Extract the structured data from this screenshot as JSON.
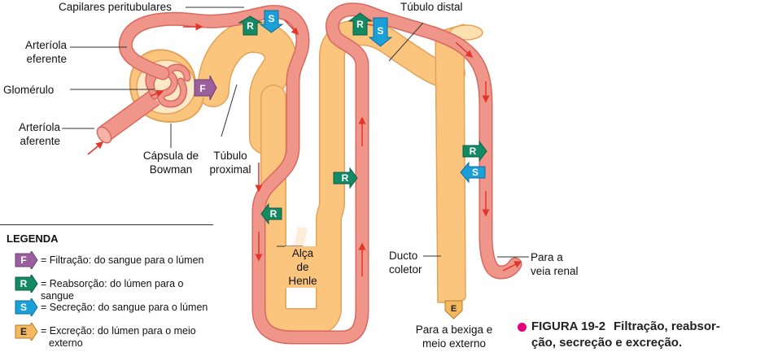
{
  "labels": {
    "capilares": "Capilares peritubulares",
    "arteriola_eferente_1": "Arteríola",
    "arteriola_eferente_2": "eferente",
    "glomerulo": "Glomérulo",
    "arteriola_aferente_1": "Arteríola",
    "arteriola_aferente_2": "aferente",
    "capsula_1": "Cápsula de",
    "capsula_2": "Bowman",
    "tubulo_proximal_1": "Túbulo",
    "tubulo_proximal_2": "proximal",
    "tubulo_distal": "Túbulo distal",
    "alca_1": "Alça",
    "alca_2": "de",
    "alca_3": "Henle",
    "ducto_1": "Ducto",
    "ducto_2": "coletor",
    "veia_1": "Para a",
    "veia_2": "veia renal",
    "bexiga_1": "Para a bexiga e",
    "bexiga_2": "meio externo"
  },
  "badges": {
    "F": "F",
    "R": "R",
    "S": "S",
    "E": "E"
  },
  "legend": {
    "title": "LEGENDA",
    "items": [
      {
        "badge": "F",
        "text": "= Filtração: do sangue para o lúmen",
        "color": "#9b5f9e"
      },
      {
        "badge": "R",
        "text": "= Reabsorção: do lúmen para o sangue",
        "color": "#138a63"
      },
      {
        "badge": "S",
        "text": "= Secreção: do sangue para o lúmen",
        "color": "#1a9fd8"
      },
      {
        "badge": "E",
        "text_1": "= Excreção: do lúmen para o meio",
        "text_2": "externo",
        "color": "#f4b860"
      }
    ]
  },
  "caption": {
    "number": "FIGURA 19-2",
    "title_1": "Filtração, reabsor-",
    "title_2": "ção, secreção e excreção."
  },
  "colors": {
    "vessel": "#f0958a",
    "vessel_edge": "#d9685e",
    "tubule": "#fbc57e",
    "tubule_edge": "#e3a35a",
    "arrow_red": "#e0362b",
    "accent_dot": "#e6007e"
  }
}
